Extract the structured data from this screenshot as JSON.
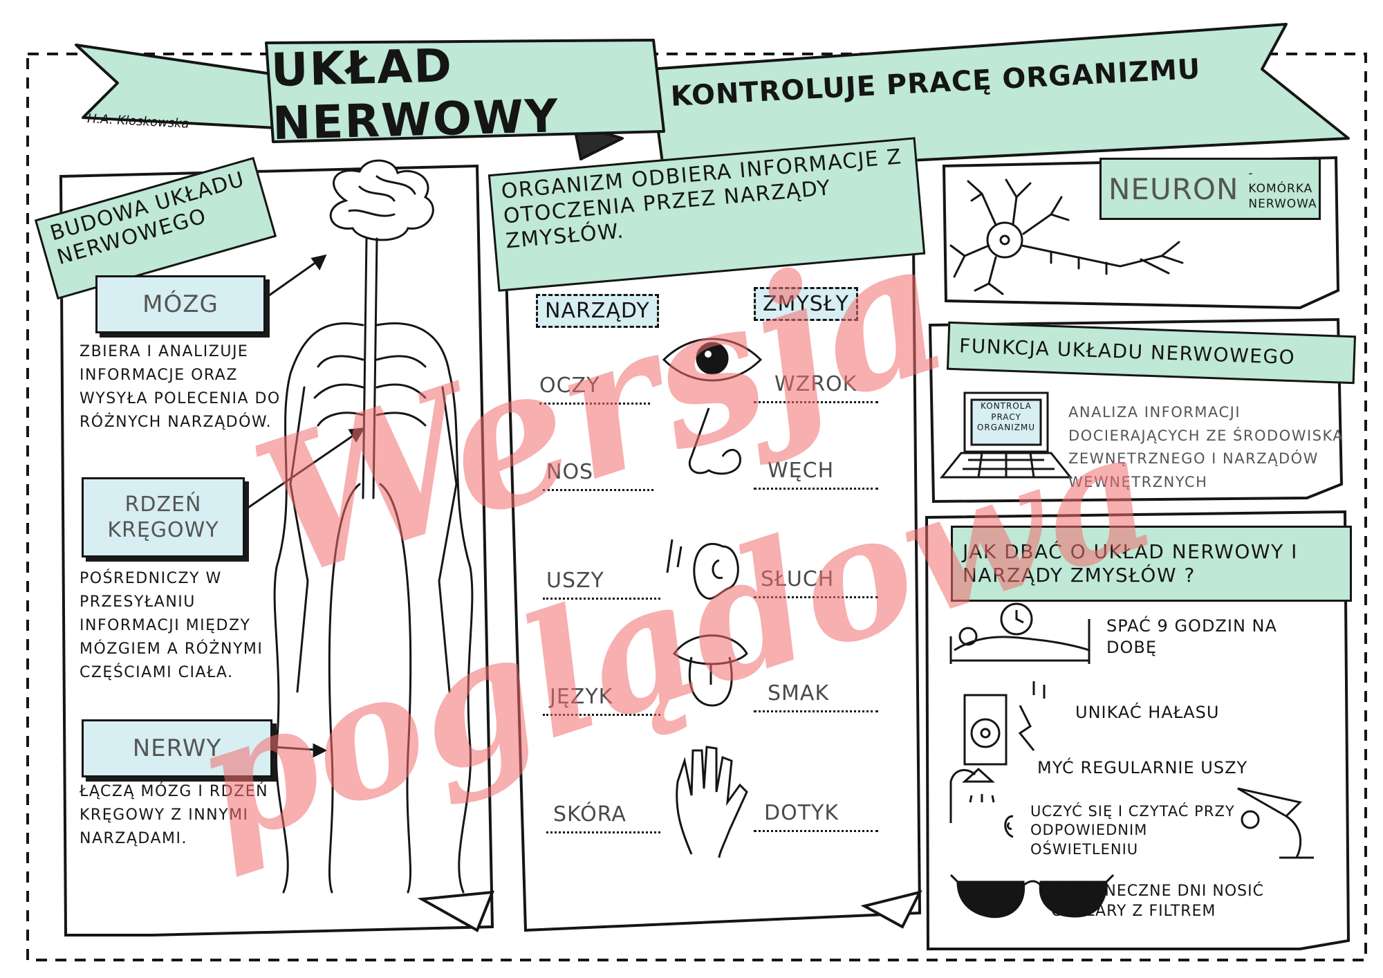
{
  "header": {
    "title": "UKŁAD NERWOWY",
    "subtitle": "KONTROLUJE PRACĘ ORGANIZMU",
    "author": "H.A. Kłoskowska"
  },
  "left_panel": {
    "heading": "BUDOWA UKŁADU NERWOWEGO",
    "brain": {
      "label": "MÓZG",
      "description": "ZBIERA I ANALIZUJE INFORMACJE ORAZ WYSYŁA POLECENIA DO RÓŻNYCH NARZĄDÓW."
    },
    "spinal_cord": {
      "label": "RDZEŃ KRĘGOWY",
      "description": "POŚREDNICZY W PRZESYŁANIU INFORMACJI MIĘDZY MÓZGIEM A RÓŻNYMI CZĘŚCIAMI CIAŁA."
    },
    "nerves": {
      "label": "NERWY",
      "description": "ŁĄCZĄ MÓZG I RDZEŃ KRĘGOWY Z INNYMI NARZĄDAMI."
    }
  },
  "middle_panel": {
    "heading": "ORGANIZM ODBIERA INFORMACJE Z OTOCZENIA PRZEZ NARZĄDY ZMYSŁÓW.",
    "col_organs": "NARZĄDY",
    "col_senses": "ZMYSŁY",
    "rows": [
      {
        "organ": "OCZY",
        "sense": "WZROK",
        "icon": "eye-icon"
      },
      {
        "organ": "NOS",
        "sense": "WĘCH",
        "icon": "nose-icon"
      },
      {
        "organ": "USZY",
        "sense": "SŁUCH",
        "icon": "ear-icon"
      },
      {
        "organ": "JĘZYK",
        "sense": "SMAK",
        "icon": "tongue-icon"
      },
      {
        "organ": "SKÓRA",
        "sense": "DOTYK",
        "icon": "hand-icon"
      }
    ]
  },
  "right_panel": {
    "neuron": {
      "label": "NEURON",
      "sublabel": "-KOMÓRKA NERWOWA"
    },
    "function": {
      "heading": "FUNKCJA UKŁADU NERWOWEGO",
      "laptop_text": "KONTROLA PRACY ORGANIZMU",
      "description": "ANALIZA INFORMACJI DOCIERAJĄCYCH ZE ŚRODOWISKA ZEWNĘTRZNEGO I NARZĄDÓW WEWNĘTRZNYCH"
    },
    "care": {
      "heading": "JAK DBAĆ O UKŁAD NERWOWY I NARZĄDY ZMYSŁÓW ?",
      "tips": [
        {
          "text": "SPAĆ 9 GODZIN NA DOBĘ",
          "icon": "bed-icon"
        },
        {
          "text": "UNIKAĆ HAŁASU",
          "icon": "speaker-icon"
        },
        {
          "text": "MYĆ REGULARNIE USZY",
          "icon": "shower-icon"
        },
        {
          "text": "UCZYĆ SIĘ I CZYTAĆ PRZY ODPOWIEDNIM OŚWIETLENIU",
          "icon": "lamp-icon"
        },
        {
          "text": "W SŁONECZNE DNI NOSIĆ OKULARY Z FILTREM",
          "icon": "sunglasses-icon"
        }
      ]
    }
  },
  "watermark": {
    "line1": "Wersja",
    "line2": "poglądowa"
  },
  "colors": {
    "mint": "#bfe8d6",
    "light_blue": "#d7eef2",
    "ink": "#151515",
    "watermark": "#f06e6e"
  }
}
